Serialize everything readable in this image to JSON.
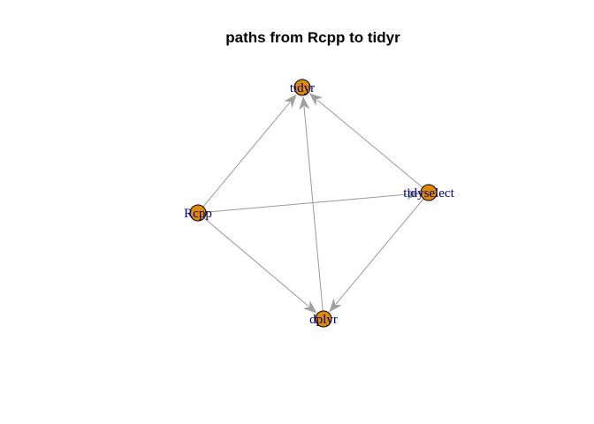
{
  "title": "paths from Rcpp to tidyr",
  "colors": {
    "node_fill": "#e08a0b",
    "node_border": "#000000",
    "label": "#000080",
    "edge": "#999999",
    "arrowhead": "#a0a0a0"
  },
  "nodes": [
    {
      "id": "tidyr",
      "label": "tidyr"
    },
    {
      "id": "tidyselect",
      "label": "tidyselect"
    },
    {
      "id": "Rcpp",
      "label": "Rcpp"
    },
    {
      "id": "dplyr",
      "label": "dplyr"
    }
  ],
  "edges": [
    {
      "from": "Rcpp",
      "to": "tidyr"
    },
    {
      "from": "Rcpp",
      "to": "tidyselect"
    },
    {
      "from": "Rcpp",
      "to": "dplyr"
    },
    {
      "from": "dplyr",
      "to": "tidyr"
    },
    {
      "from": "tidyselect",
      "to": "tidyr"
    },
    {
      "from": "tidyselect",
      "to": "dplyr"
    }
  ]
}
